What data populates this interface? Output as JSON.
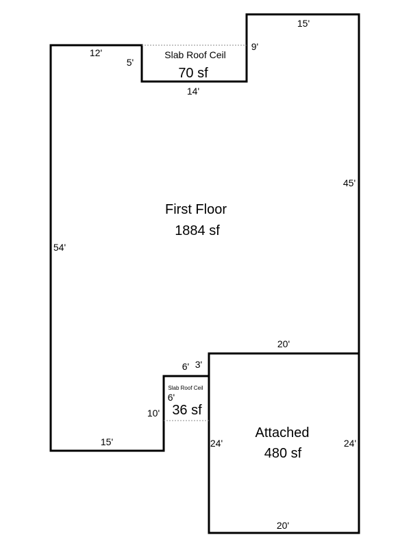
{
  "rooms": {
    "first_floor": {
      "name": "First Floor",
      "area": "1884 sf"
    },
    "slab_top": {
      "name": "Slab Roof Ceil",
      "area": "70 sf"
    },
    "slab_bottom": {
      "name": "Slab Roof Ceil",
      "area": "36 sf"
    },
    "attached": {
      "name": "Attached",
      "area": "480 sf"
    }
  },
  "dimensions": {
    "top_left_width": "12'",
    "slab_top_left_height": "5'",
    "slab_top_width": "14'",
    "top_right_height": "9'",
    "top_right_width": "15'",
    "right_height": "45'",
    "left_height": "54'",
    "attached_top": "20'",
    "notch_top_width": "6'",
    "notch_right_height": "3'",
    "notch_inner_width": "6'",
    "notch_left_height": "10'",
    "bottom_left_width": "15'",
    "attached_left": "24'",
    "attached_right": "24'",
    "attached_bottom": "20'"
  },
  "colors": {
    "wall": "#000000",
    "dotted_line": "#888888"
  }
}
